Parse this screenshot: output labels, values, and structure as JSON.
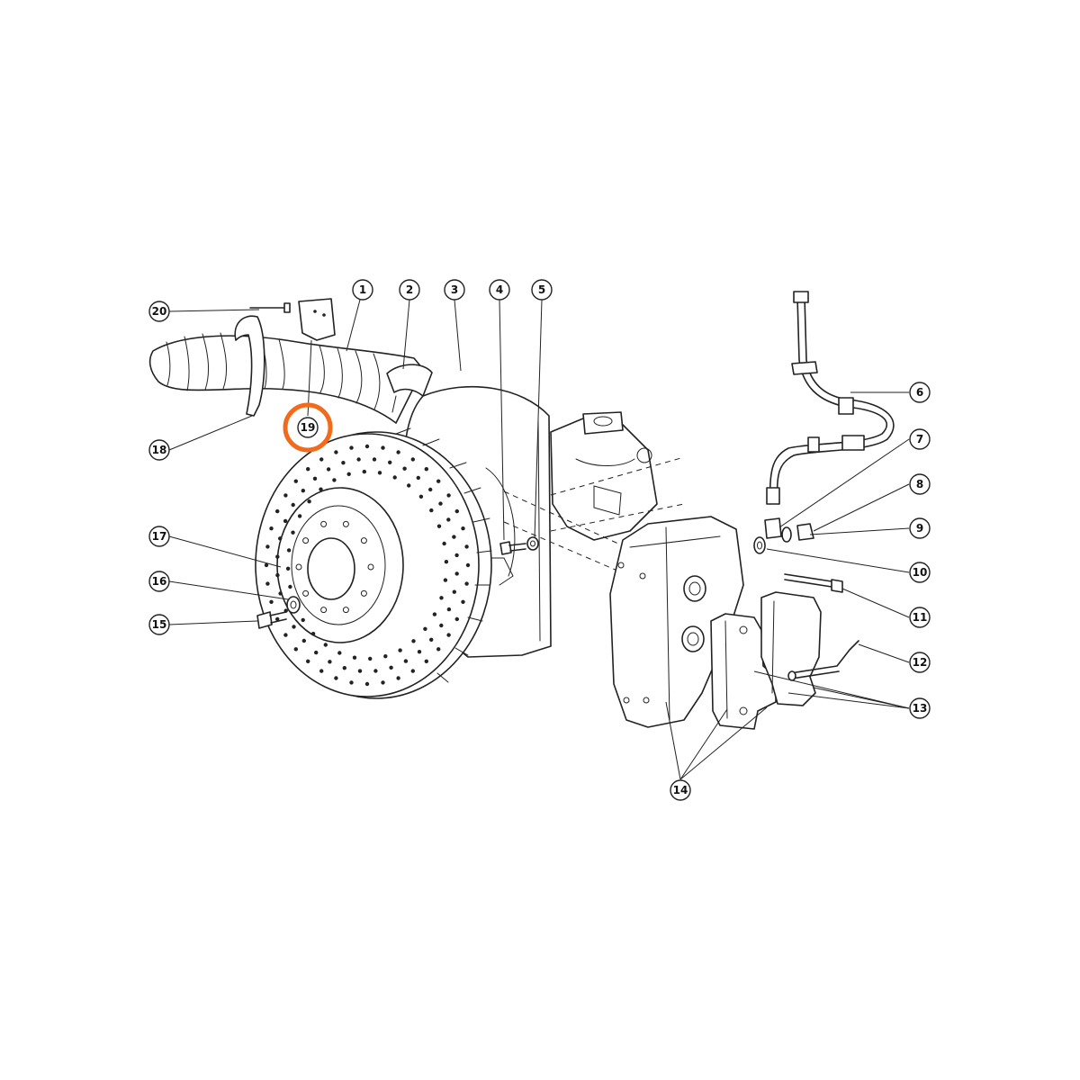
{
  "highlight": {
    "label": "19",
    "color": "#f26a1b"
  },
  "callouts": [
    {
      "id": "1",
      "label": "1"
    },
    {
      "id": "2",
      "label": "2"
    },
    {
      "id": "3",
      "label": "3"
    },
    {
      "id": "4",
      "label": "4"
    },
    {
      "id": "5",
      "label": "5"
    },
    {
      "id": "6",
      "label": "6"
    },
    {
      "id": "7",
      "label": "7"
    },
    {
      "id": "8",
      "label": "8"
    },
    {
      "id": "9",
      "label": "9"
    },
    {
      "id": "10",
      "label": "10"
    },
    {
      "id": "11",
      "label": "11"
    },
    {
      "id": "12",
      "label": "12"
    },
    {
      "id": "13",
      "label": "13"
    },
    {
      "id": "14",
      "label": "14"
    },
    {
      "id": "15",
      "label": "15"
    },
    {
      "id": "16",
      "label": "16"
    },
    {
      "id": "17",
      "label": "17"
    },
    {
      "id": "18",
      "label": "18"
    },
    {
      "id": "19",
      "label": "19"
    },
    {
      "id": "20",
      "label": "20"
    }
  ]
}
